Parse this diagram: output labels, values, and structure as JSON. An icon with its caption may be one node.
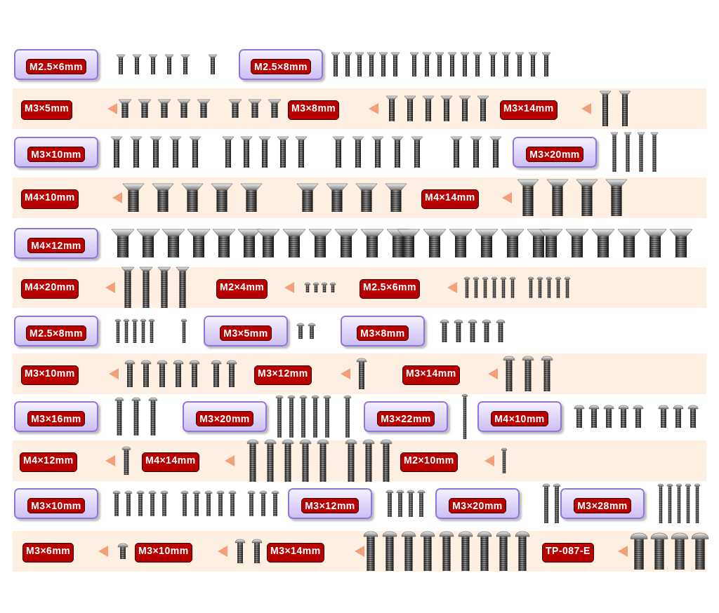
{
  "diagram": {
    "labels": [
      "M2.5×6mm",
      "M2.5×8mm",
      "M3×5mm",
      "M3×8mm",
      "M3×14mm",
      "M3×10mm",
      "M3×20mm",
      "M4×10mm",
      "M4×14mm",
      "M4×12mm",
      "M4×20mm",
      "M2×4mm",
      "M2.5×6mm",
      "M2.5×8mm",
      "M3×5mm",
      "M3×8mm",
      "M3×10mm",
      "M3×12mm",
      "M3×14mm",
      "M3×16mm",
      "M3×20mm",
      "M3×22mm",
      "M4×10mm",
      "M4×12mm",
      "M4×14mm",
      "M2×10mm",
      "M3×10mm",
      "M3×12mm",
      "M3×20mm",
      "M3×28mm",
      "M3×6mm",
      "M3×10mm",
      "M3×14mm",
      "TP-087-E"
    ]
  }
}
